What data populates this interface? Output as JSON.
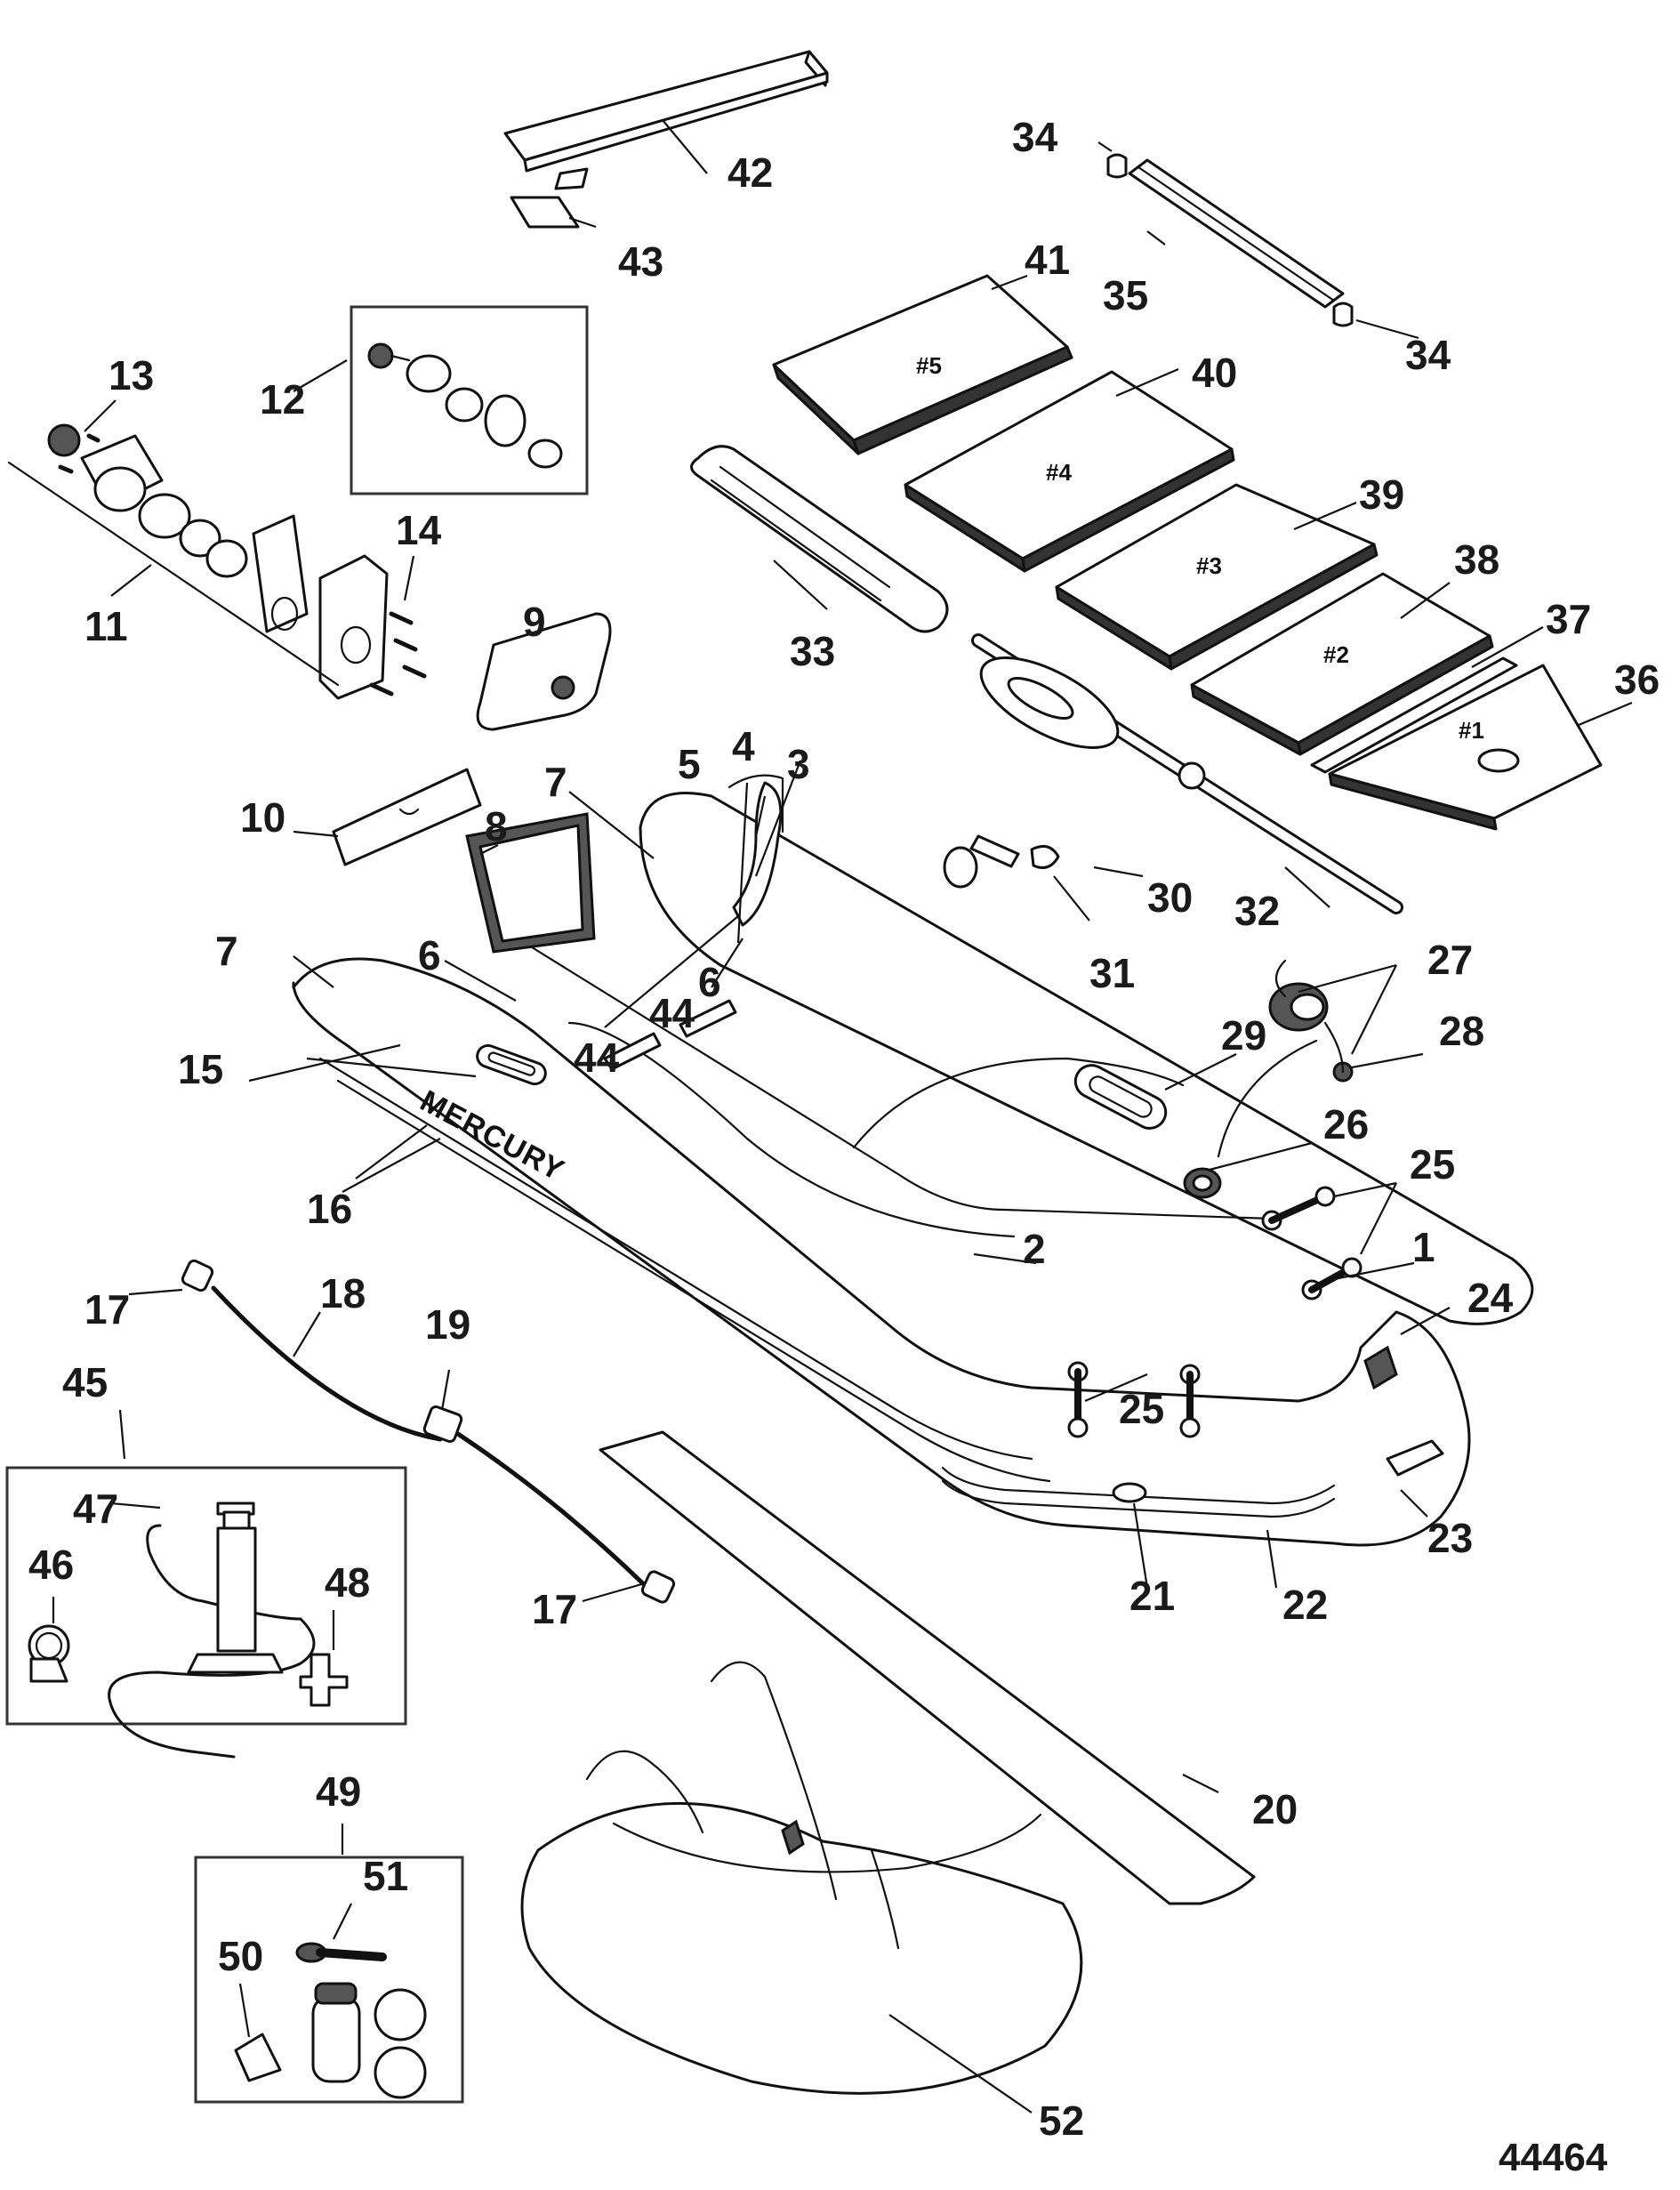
{
  "figure_id": "44464",
  "brand_text": "MERCURY",
  "seat_labels": [
    "#1",
    "#2",
    "#3",
    "#4",
    "#5"
  ],
  "callouts": [
    "1",
    "2",
    "3",
    "4",
    "5",
    "6",
    "6",
    "7",
    "7",
    "8",
    "9",
    "10",
    "11",
    "12",
    "13",
    "14",
    "15",
    "16",
    "17",
    "17",
    "18",
    "19",
    "20",
    "21",
    "22",
    "23",
    "24",
    "25",
    "25",
    "26",
    "27",
    "28",
    "29",
    "30",
    "31",
    "32",
    "33",
    "34",
    "34",
    "35",
    "36",
    "37",
    "38",
    "39",
    "40",
    "41",
    "42",
    "43",
    "44",
    "44",
    "45",
    "46",
    "47",
    "48",
    "49",
    "50",
    "51",
    "52"
  ]
}
